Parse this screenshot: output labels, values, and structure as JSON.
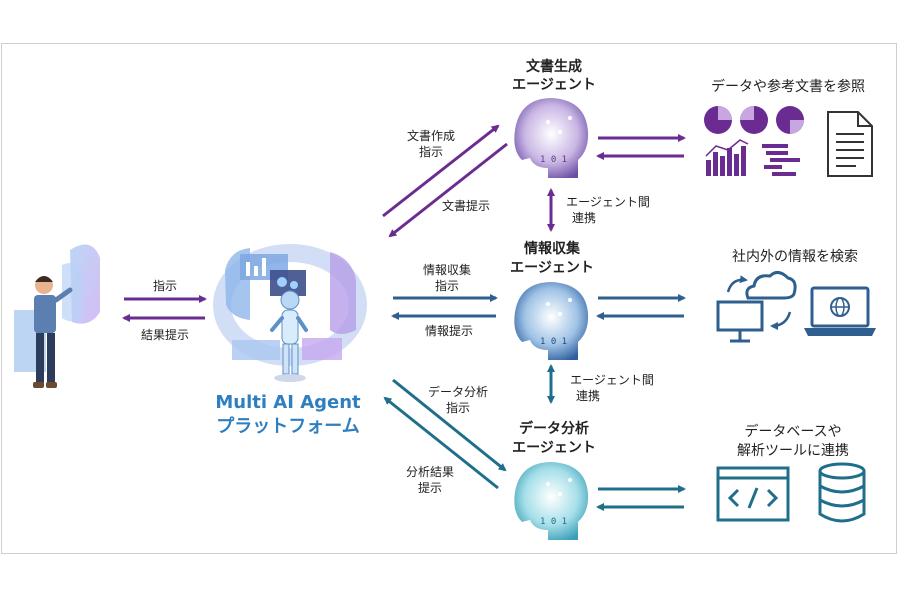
{
  "colors": {
    "purple": "#6b2c91",
    "blue": "#2f5f8f",
    "teal": "#1f6f8b",
    "brand": "#2f7fc0"
  },
  "platform": {
    "name_line1": "Multi AI Agent",
    "name_line2": "プラットフォーム"
  },
  "user_flow": {
    "instruct": "指示",
    "result": "結果提示"
  },
  "agents": [
    {
      "title_line1": "文書生成",
      "title_line2": "エージェント",
      "to_label_line1": "文書作成",
      "to_label_line2": "指示",
      "from_label": "文書提示",
      "resource_caption_line1": "データや参考文書を参照",
      "resource_caption_line2": ""
    },
    {
      "title_line1": "情報収集",
      "title_line2": "エージェント",
      "to_label_line1": "情報収集",
      "to_label_line2": "指示",
      "from_label": "情報提示",
      "resource_caption_line1": "社内外の情報を検索",
      "resource_caption_line2": ""
    },
    {
      "title_line1": "データ分析",
      "title_line2": "エージェント",
      "to_label_line1": "データ分析",
      "to_label_line2": "指示",
      "from_label_line1": "分析結果",
      "from_label_line2": "提示",
      "resource_caption_line1": "データベースや",
      "resource_caption_line2": "解析ツールに連携"
    }
  ],
  "inter_agent": [
    {
      "line1": "エージェント間",
      "line2": "連携"
    },
    {
      "line1": "エージェント間",
      "line2": "連携"
    }
  ],
  "icons": [
    "person-icon",
    "hologram-panel-icon",
    "robot-icon",
    "ai-head-icon",
    "pie-chart-icon",
    "bar-chart-icon",
    "document-icon",
    "desktop-monitor-icon",
    "cloud-sync-icon",
    "laptop-globe-icon",
    "code-window-icon",
    "database-icon"
  ]
}
